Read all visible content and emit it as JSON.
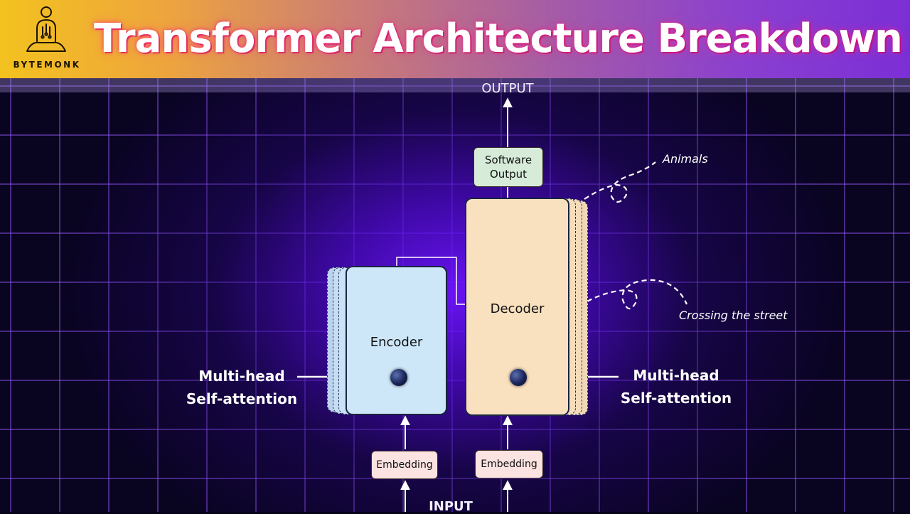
{
  "header": {
    "brand": "BYTEMONK",
    "title": "Transformer Architecture Breakdown"
  },
  "diagram": {
    "output_label": "OUTPUT",
    "input_label": "INPUT",
    "software_output_line1": "Software",
    "software_output_line2": "Output",
    "encoder_label": "Encoder",
    "decoder_label": "Decoder",
    "embedding_left": "Embedding",
    "embedding_right": "Embedding",
    "left_attention_line1": "Multi-head",
    "left_attention_line2": "Self-attention",
    "right_attention_line1": "Multi-head",
    "right_attention_line2": "Self-attention",
    "note_animals": "Animals",
    "note_crossing": "Crossing the street"
  },
  "colors": {
    "encoder_fill": "#cde7f9",
    "decoder_fill": "#f9e0bf",
    "embedding_fill": "#fbe3e1",
    "software_output_fill": "#d6ecd9",
    "grid_purple": "#6e14ff"
  }
}
